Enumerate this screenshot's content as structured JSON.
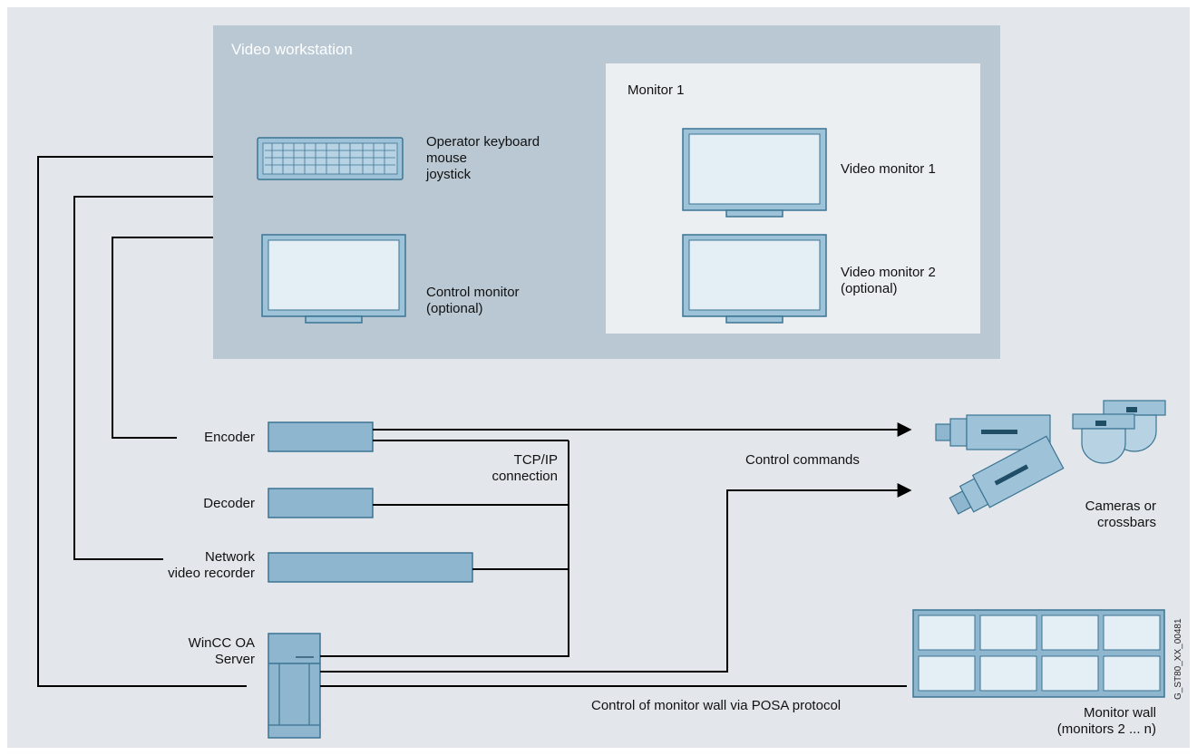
{
  "workstation": {
    "title": "Video workstation",
    "monitor_group_title": "Monitor 1",
    "operator_lines": [
      "Operator keyboard",
      "mouse",
      "joystick"
    ],
    "control_monitor_lines": [
      "Control monitor",
      "(optional)"
    ],
    "video_monitor_1": "Video monitor 1",
    "video_monitor_2_lines": [
      "Video monitor 2",
      "(optional)"
    ]
  },
  "devices": {
    "encoder": "Encoder",
    "decoder": "Decoder",
    "nvr_lines": [
      "Network",
      "video recorder"
    ],
    "server_lines": [
      "WinCC OA",
      "Server"
    ]
  },
  "connections": {
    "tcpip_lines": [
      "TCP/IP",
      "connection"
    ],
    "control_commands": "Control commands",
    "posa": "Control of monitor wall via POSA protocol"
  },
  "cameras_lines": [
    "Cameras or",
    "crossbars"
  ],
  "monitor_wall_lines": [
    "Monitor wall",
    "(monitors 2 ... n)"
  ],
  "figure_id": "G_ST80_XX_00481",
  "colors": {
    "background": "#e3e7eb",
    "workstation_panel": "#b9c8d3",
    "monitor_panel": "#eceff2",
    "device_fill": "#8fb6cf",
    "device_stroke": "#3b7493"
  }
}
